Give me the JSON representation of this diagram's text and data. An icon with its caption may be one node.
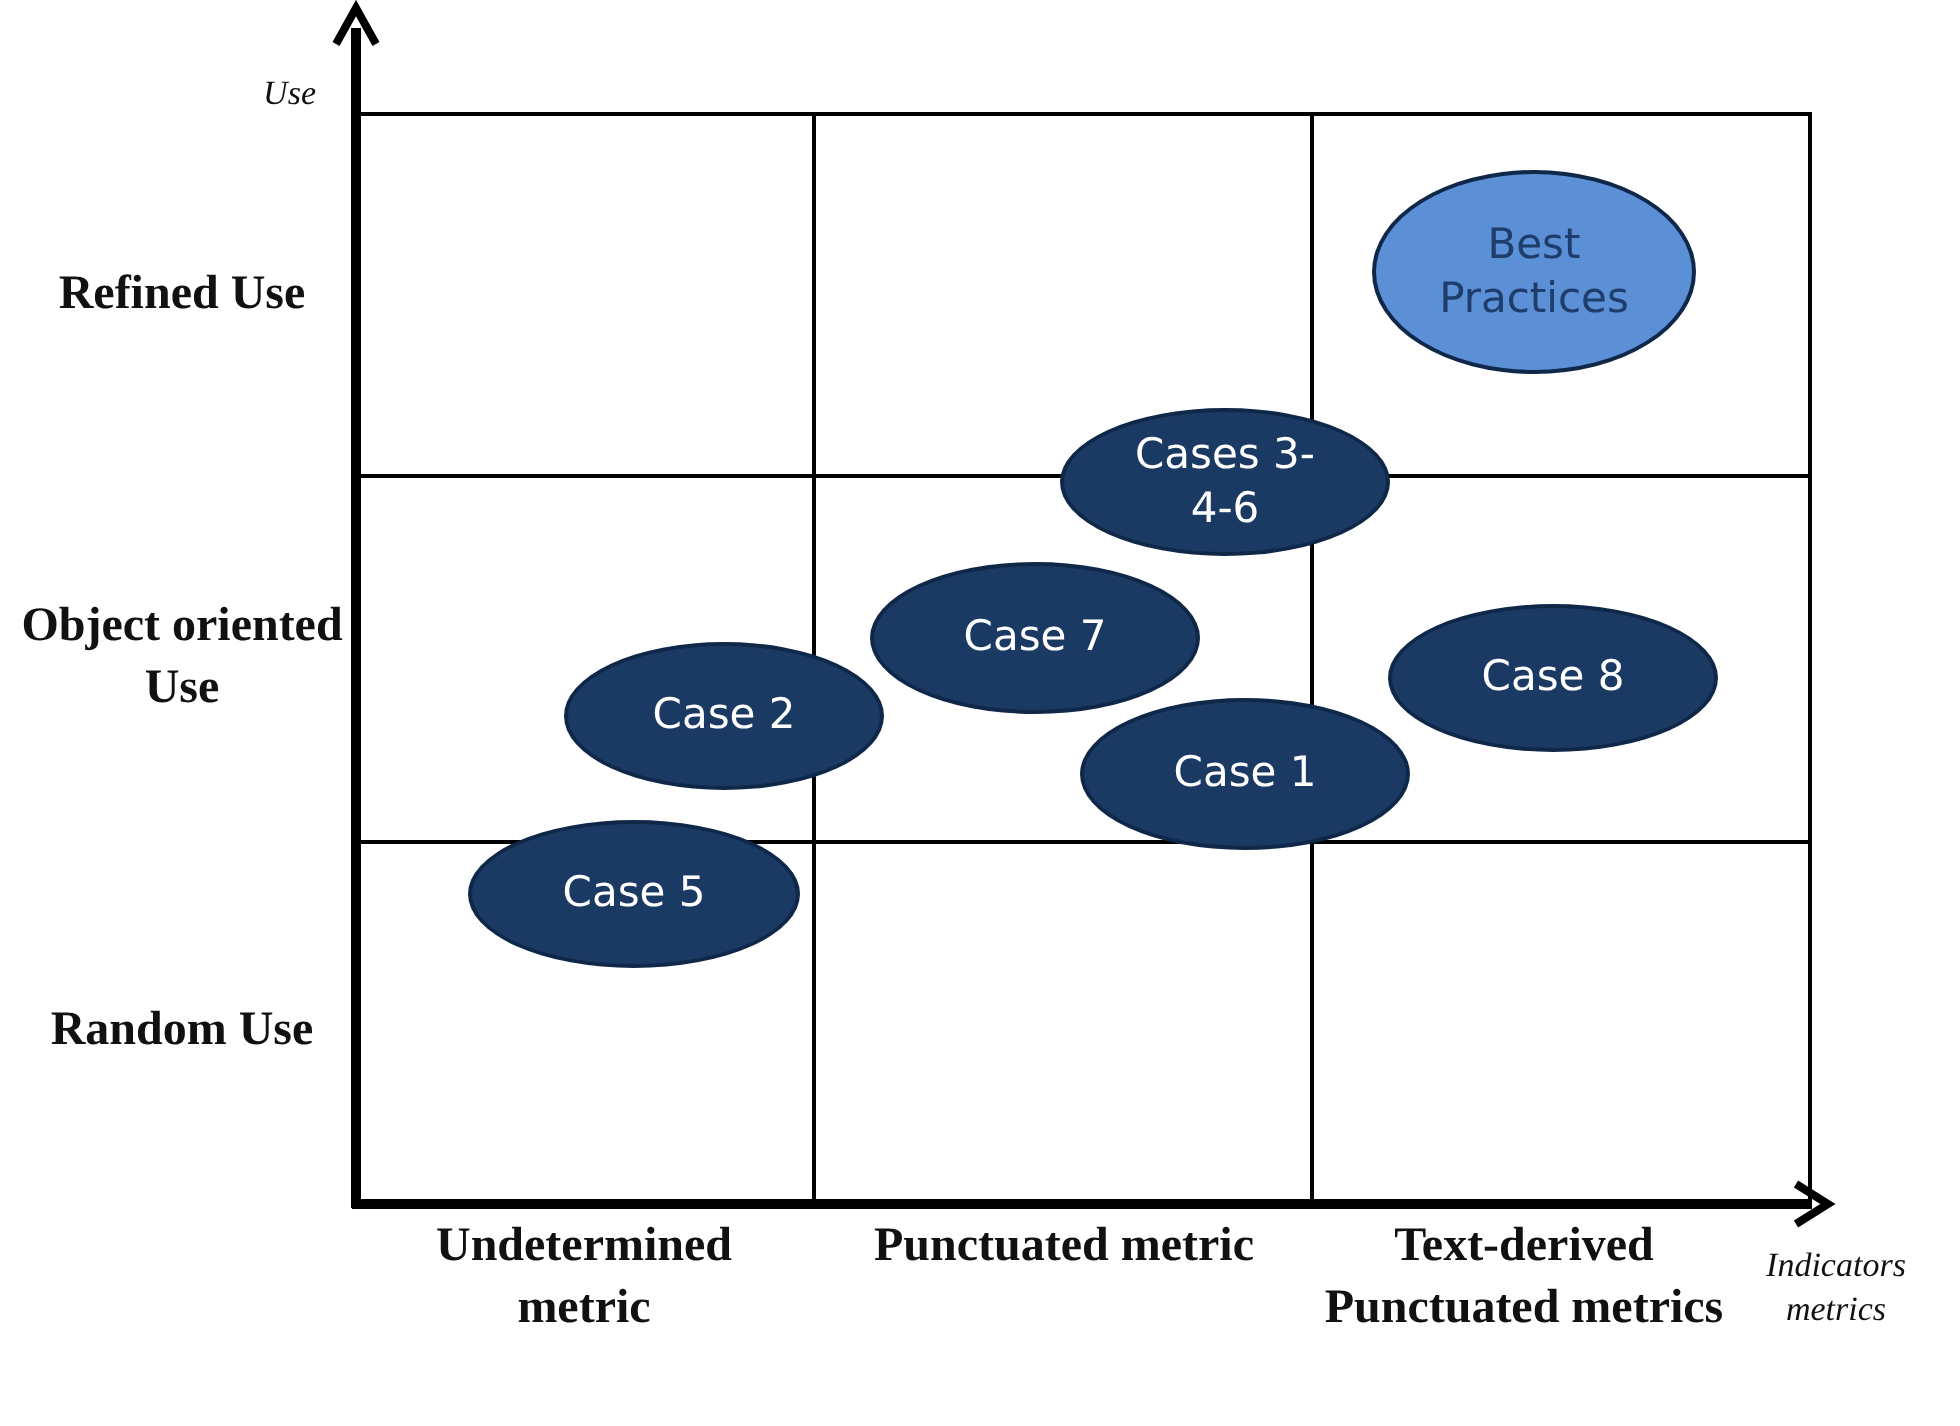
{
  "diagram": {
    "nodes": [
      {
        "text": [
          "Best Practices"
        ]
      },
      {
        "text": [
          "Cases 3-4-6"
        ]
      },
      {
        "text": [
          "Case 7"
        ]
      },
      {
        "text": [
          "Case 2"
        ]
      },
      {
        "text": [
          "Case 8"
        ]
      },
      {
        "text": [
          "Case 1"
        ]
      },
      {
        "text": [
          "Case 5"
        ]
      }
    ],
    "edges": [],
    "labels": [
      "Use",
      "Refined Use",
      "Object oriented Use",
      "Random Use",
      "Undetermined metric",
      "Punctuated metric",
      "Text-derived Punctuated metrics",
      "Indicators metrics"
    ]
  }
}
